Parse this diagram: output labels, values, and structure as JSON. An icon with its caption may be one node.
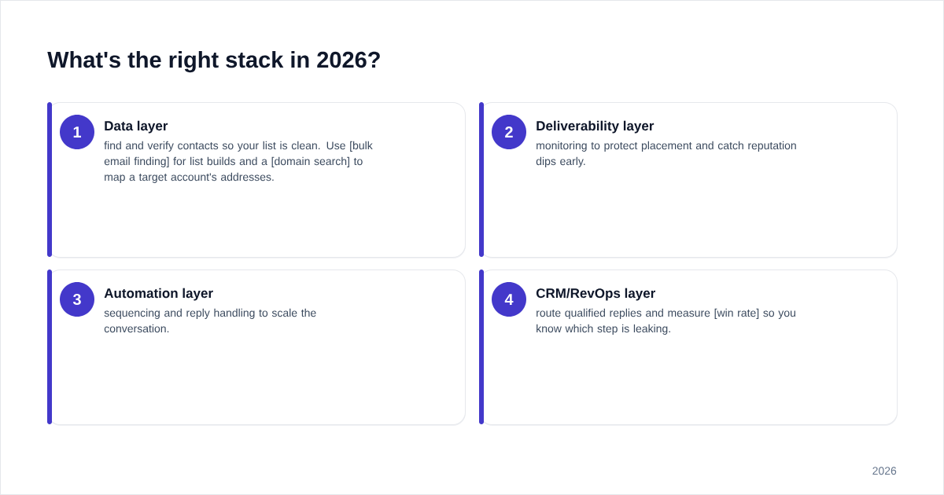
{
  "diagram": {
    "title": "What's the right stack in 2026?",
    "nodes": [
      {
        "text": [
          "Data layer",
          "find and verify contacts so your list is clean. Use [bulk email finding] for list builds and a [domain search] to map a target account's addresses."
        ]
      },
      {
        "text": [
          "1"
        ],
        "in": 0
      },
      {
        "text": [
          "Deliverability layer",
          "monitoring to protect placement and catch reputation dips early."
        ]
      },
      {
        "text": [
          "2"
        ],
        "in": 2
      },
      {
        "text": [
          "Automation layer",
          "sequencing and reply handling to scale the conversation."
        ]
      },
      {
        "text": [
          "3"
        ],
        "in": 4
      },
      {
        "text": [
          "CRM/RevOps layer",
          "route qualified replies and measure [win rate] so you know which step is leaking."
        ]
      },
      {
        "text": [
          "4"
        ],
        "in": 6
      }
    ],
    "labels": [
      "2026"
    ]
  }
}
